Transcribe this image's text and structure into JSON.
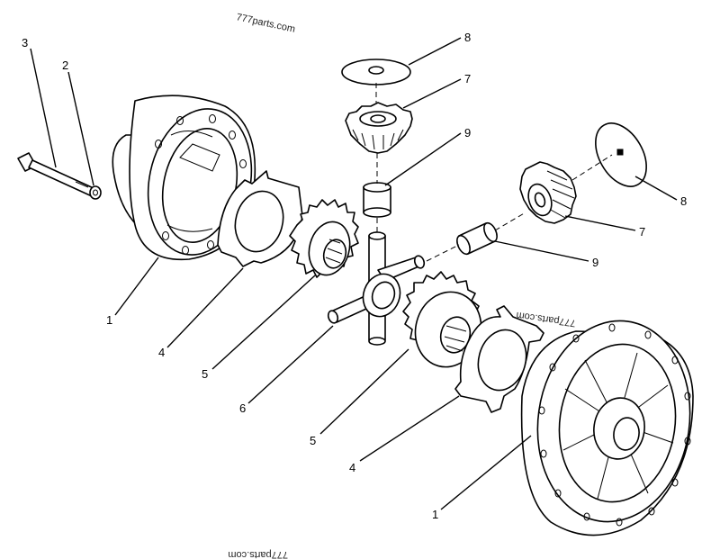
{
  "watermarks": [
    "777parts.com",
    "777parts.com",
    "777parts.com"
  ],
  "callouts": {
    "c1_left": "1",
    "c1_right": "1",
    "c2": "2",
    "c3": "3",
    "c4_left": "4",
    "c4_right": "4",
    "c5_left": "5",
    "c5_right": "5",
    "c6": "6",
    "c7_top": "7",
    "c7_right": "7",
    "c8_top": "8",
    "c8_right": "8",
    "c9_top": "9",
    "c9_right": "9"
  }
}
